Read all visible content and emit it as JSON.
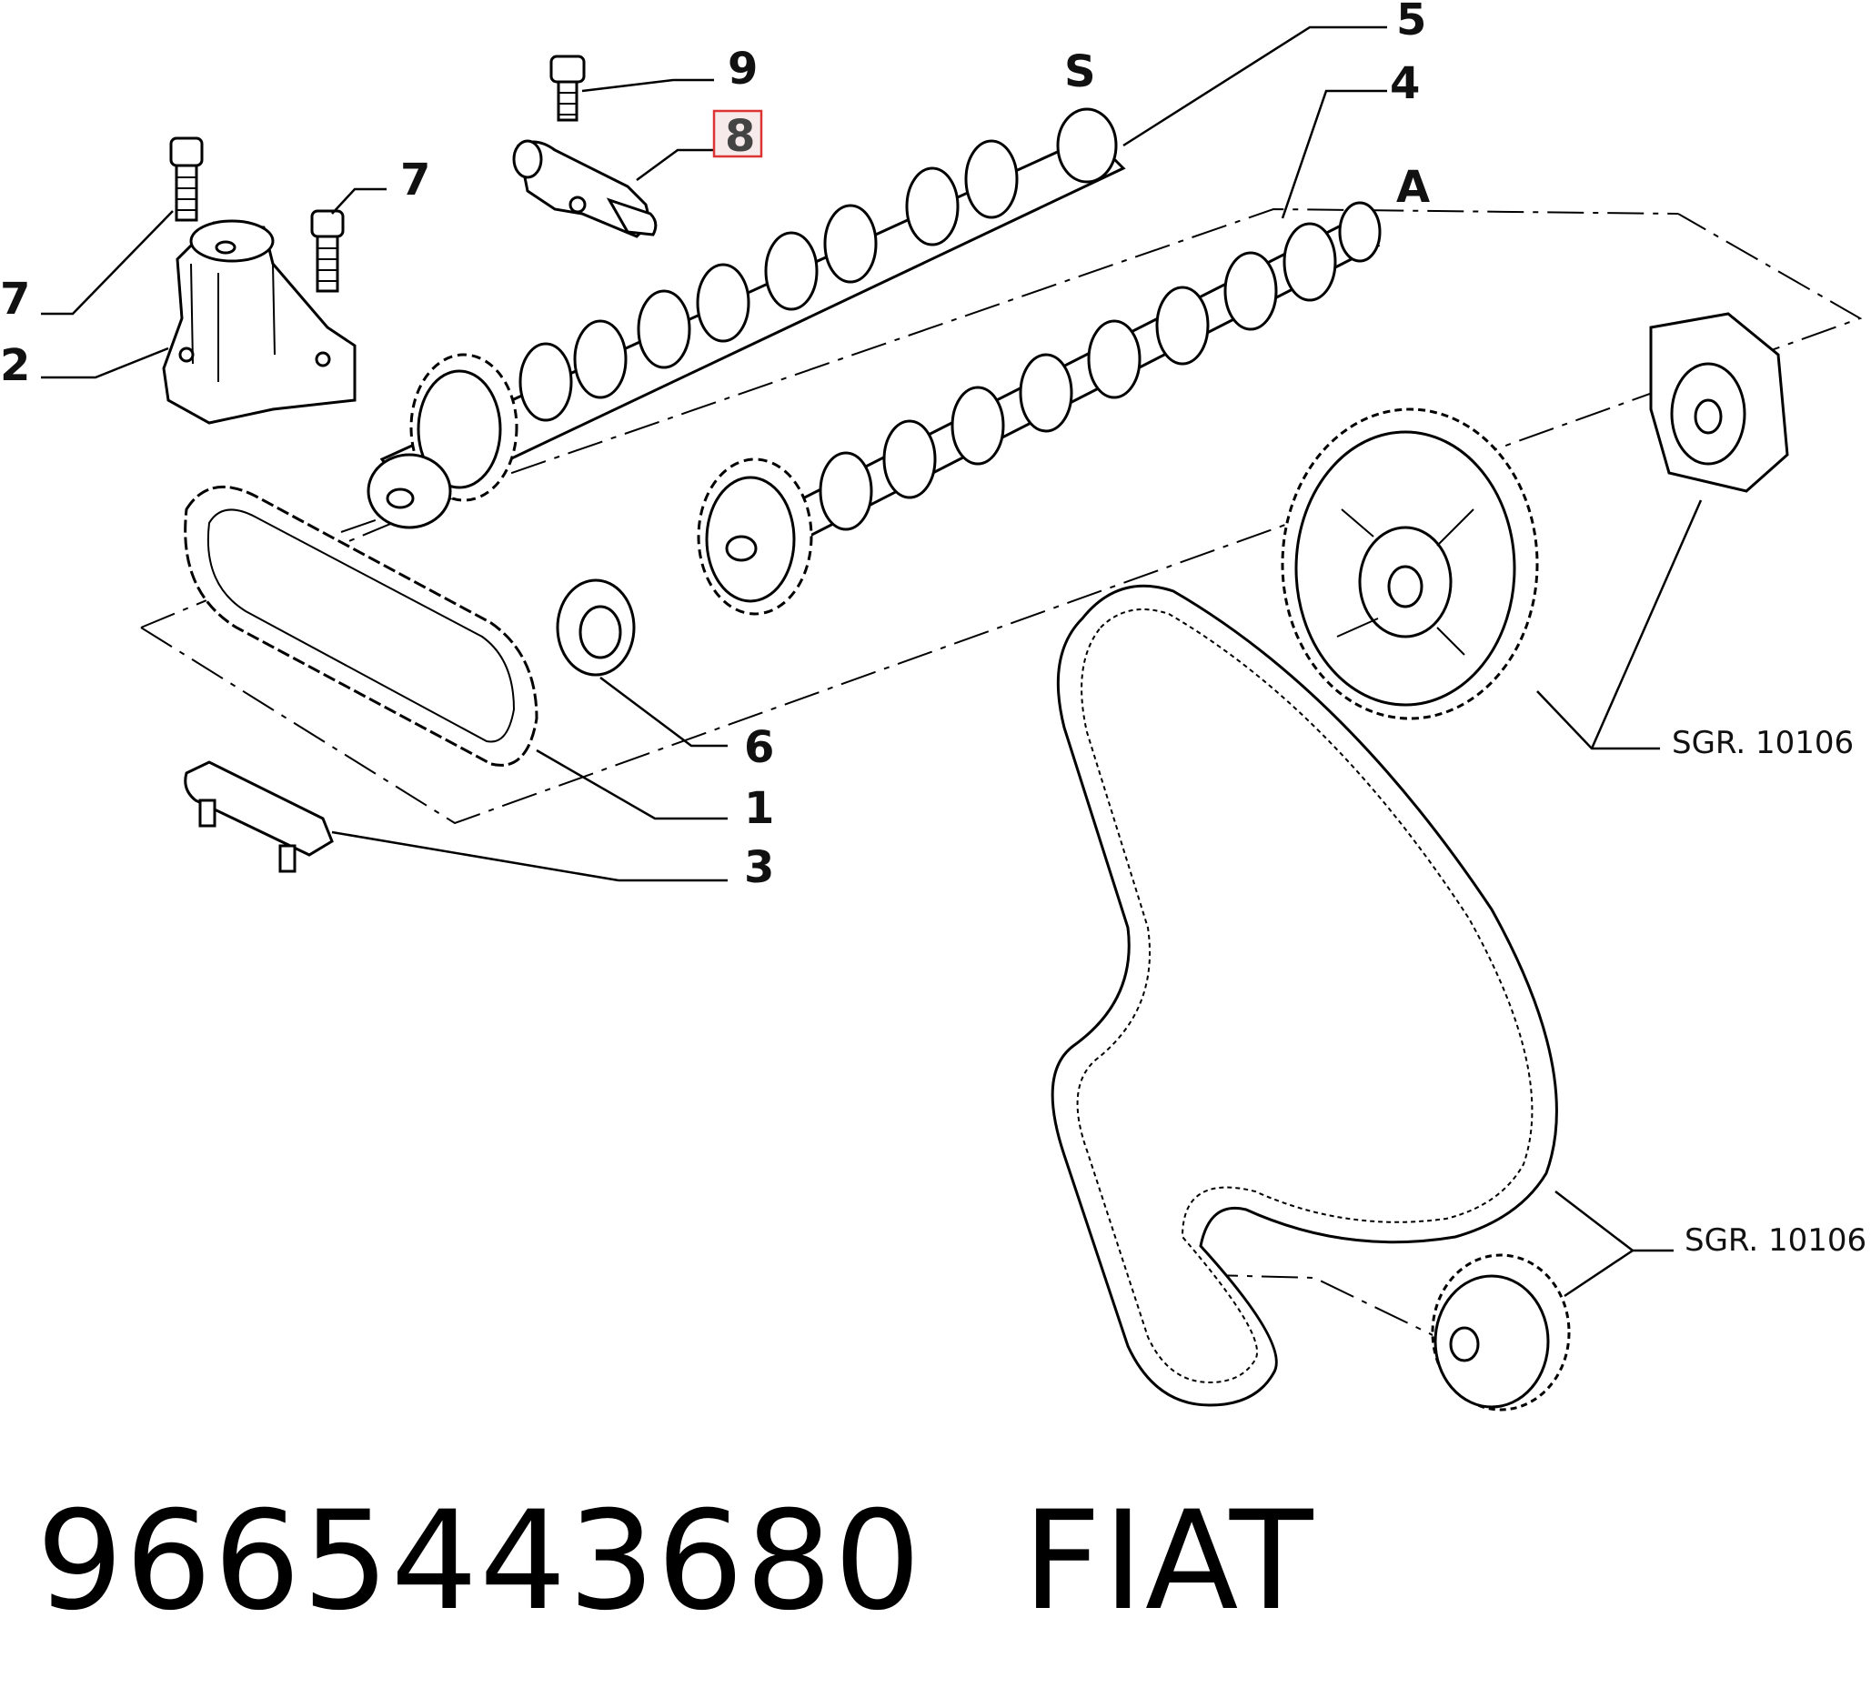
{
  "callouts": {
    "c1": "1",
    "c2": "2",
    "c3": "3",
    "c4": "4",
    "c5": "5",
    "c6": "6",
    "c7a": "7",
    "c7b": "7",
    "c8": "8",
    "c9": "9",
    "cS": "S",
    "cA": "A"
  },
  "references": {
    "sgr_upper": "SGR. 10106",
    "sgr_lower": "SGR. 10106"
  },
  "highlight_color": "#dd3333",
  "footer": {
    "part_number": "9665443680",
    "brand": "FIAT"
  }
}
